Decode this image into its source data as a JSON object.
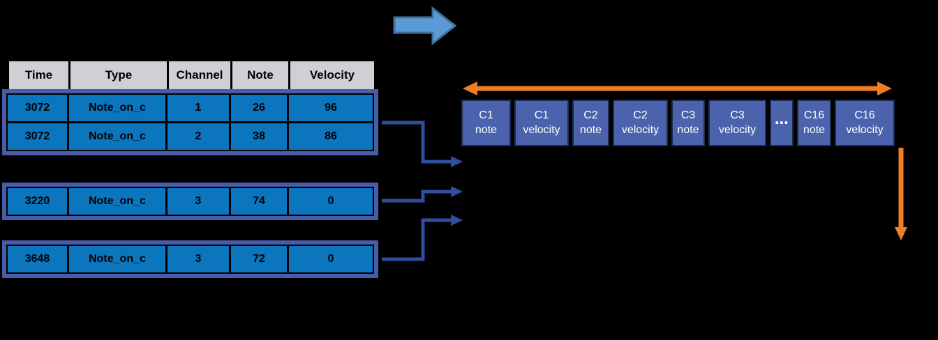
{
  "colors": {
    "background": "#000000",
    "row_blue": "#0B75BE",
    "header_gray": "#D2CFD4",
    "group_border": "#4A5CA8",
    "connector_blue": "#2E4F9E",
    "vector_cell_fill": "#4A63AC",
    "vector_cell_border": "#1E2B4F",
    "orange": "#EE7D23",
    "big_arrow_fill": "#5B9BD5",
    "big_arrow_border": "#41719C"
  },
  "midi_table": {
    "headers": [
      "Time",
      "Type",
      "Channel",
      "Note",
      "Velocity"
    ],
    "groups": [
      {
        "rows": [
          [
            "3072",
            "Note_on_c",
            "1",
            "26",
            "96"
          ],
          [
            "3072",
            "Note_on_c",
            "2",
            "38",
            "86"
          ]
        ]
      },
      {
        "rows": [
          [
            "3220",
            "Note_on_c",
            "3",
            "74",
            "0"
          ]
        ]
      },
      {
        "rows": [
          [
            "3648",
            "Note_on_c",
            "3",
            "72",
            "0"
          ]
        ]
      }
    ]
  },
  "vector_row": {
    "cells": [
      {
        "top": "C1",
        "bottom": "note"
      },
      {
        "top": "C1",
        "bottom": "velocity"
      },
      {
        "top": "C2",
        "bottom": "note"
      },
      {
        "top": "C2",
        "bottom": "velocity"
      },
      {
        "top": "C3",
        "bottom": "note"
      },
      {
        "top": "C3",
        "bottom": "velocity"
      },
      {
        "top": "⋯",
        "bottom": ""
      },
      {
        "top": "C16",
        "bottom": "note"
      },
      {
        "top": "C16",
        "bottom": "velocity"
      }
    ]
  }
}
